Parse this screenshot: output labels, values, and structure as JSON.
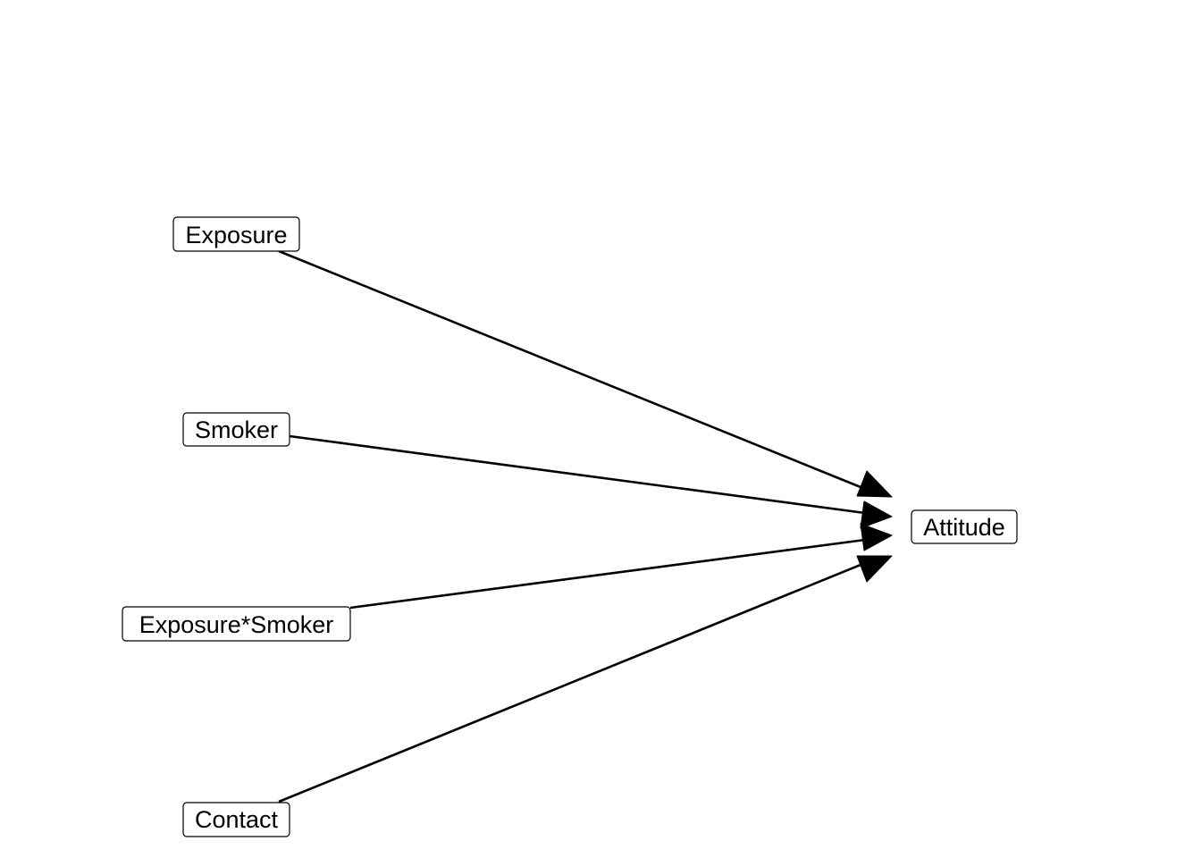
{
  "diagram": {
    "nodes": [
      {
        "id": "exposure",
        "label": "Exposure"
      },
      {
        "id": "smoker",
        "label": "Smoker"
      },
      {
        "id": "exposure_smoker",
        "label": "Exposure*Smoker"
      },
      {
        "id": "contact",
        "label": "Contact"
      },
      {
        "id": "attitude",
        "label": "Attitude"
      }
    ],
    "edges": [
      {
        "from": "exposure",
        "to": "attitude"
      },
      {
        "from": "smoker",
        "to": "attitude"
      },
      {
        "from": "exposure_smoker",
        "to": "attitude"
      },
      {
        "from": "contact",
        "to": "attitude"
      }
    ],
    "colors": {
      "line": "#000000",
      "box_border": "#000000",
      "background": "#ffffff"
    }
  }
}
